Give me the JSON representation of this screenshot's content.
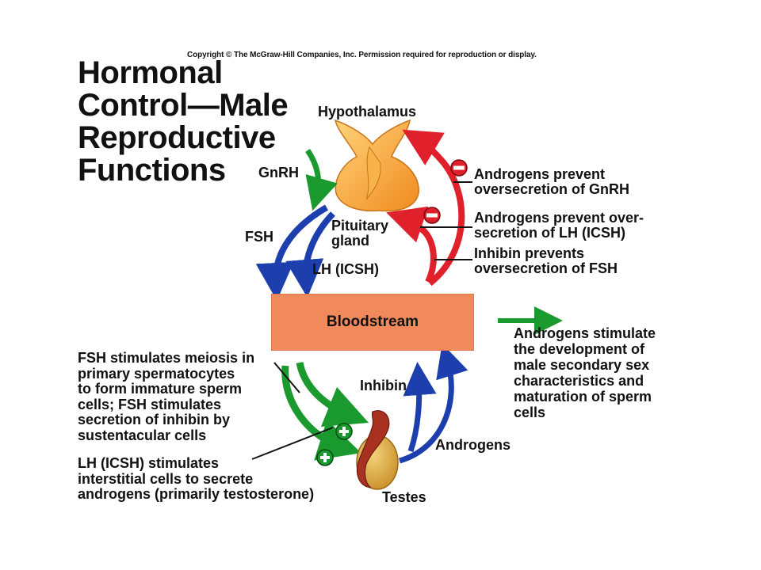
{
  "copyright": "Copyright © The McGraw-Hill Companies, Inc. Permission required for reproduction or display.",
  "title_lines": [
    "Hormonal",
    "Control—Male",
    "Reproductive",
    "Functions"
  ],
  "labels": {
    "hypothalamus": "Hypothalamus",
    "gnrh": "GnRH",
    "pituitary_line1": "Pituitary",
    "pituitary_line2": "gland",
    "fsh": "FSH",
    "lh": "LH (ICSH)",
    "bloodstream": "Bloodstream",
    "inhibin": "Inhibin",
    "androgens": "Androgens",
    "testes": "Testes",
    "minus": "−",
    "plus": "+"
  },
  "notes": {
    "androgens_gnrh": [
      "Androgens prevent",
      "oversecretion of GnRH"
    ],
    "androgens_lh": [
      "Androgens prevent over-",
      "secretion of LH (ICSH)"
    ],
    "inhibin_fsh": [
      "Inhibin prevents",
      "oversecretion of FSH"
    ],
    "androgens_stimulate": [
      "Androgens stimulate",
      "the development of",
      "male secondary sex",
      "characteristics and",
      "maturation of sperm",
      "cells"
    ],
    "fsh_stimulates": [
      "FSH stimulates meiosis in",
      "primary spermatocytes",
      "to form immature sperm",
      "cells; FSH stimulates",
      "secretion of inhibin by",
      "sustentacular cells"
    ],
    "lh_stimulates": [
      "LH (ICSH) stimulates",
      "interstitial cells to secrete",
      "androgens (primarily testosterone)"
    ]
  },
  "colors": {
    "stimulate_green": "#1a9a2e",
    "inhibit_red": "#e0202a",
    "hormone_blue": "#1d3fae",
    "bloodstream_fill": "#f08a5c",
    "gland_orange": "#f6a23b",
    "testis_tan": "#d9a63a",
    "epididymis_red": "#a8321f"
  }
}
